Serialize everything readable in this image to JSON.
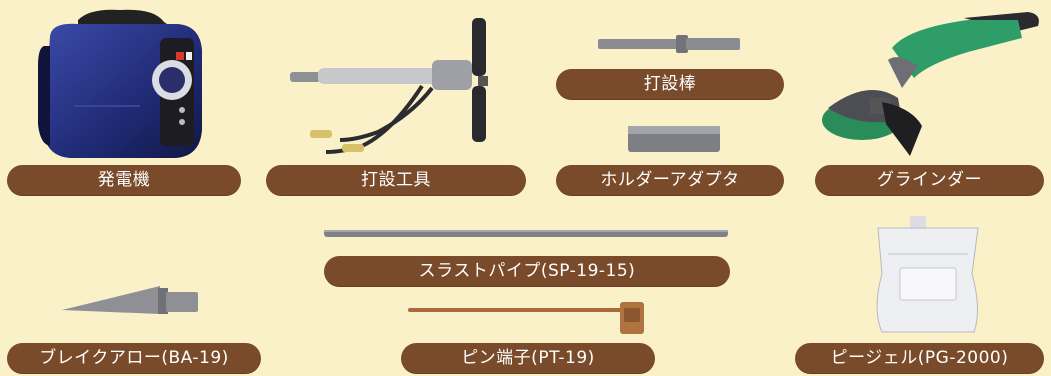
{
  "colors": {
    "background": "#fbf1c9",
    "label_bg": "#7a4b2a",
    "label_text": "#ffffff"
  },
  "items": {
    "generator": {
      "label": "発電機",
      "icon": "generator-icon"
    },
    "driving_tool": {
      "label": "打設工具",
      "icon": "breaker-tool-icon"
    },
    "driving_rod": {
      "label": "打設棒",
      "icon": "driving-rod-icon"
    },
    "holder_adapter": {
      "label": "ホルダーアダプタ",
      "icon": "holder-adapter-icon"
    },
    "grinder": {
      "label": "グラインダー",
      "icon": "grinder-icon"
    },
    "thrust_pipe": {
      "label": "スラストパイプ(SP-19-15)",
      "icon": "thrust-pipe-icon"
    },
    "break_arrow": {
      "label": "ブレイクアロー(BA-19)",
      "icon": "break-arrow-icon"
    },
    "pin_terminal": {
      "label": "ピン端子(PT-19)",
      "icon": "pin-terminal-icon"
    },
    "pgel": {
      "label": "ピージェル(PG-2000)",
      "icon": "gel-bag-icon"
    }
  }
}
